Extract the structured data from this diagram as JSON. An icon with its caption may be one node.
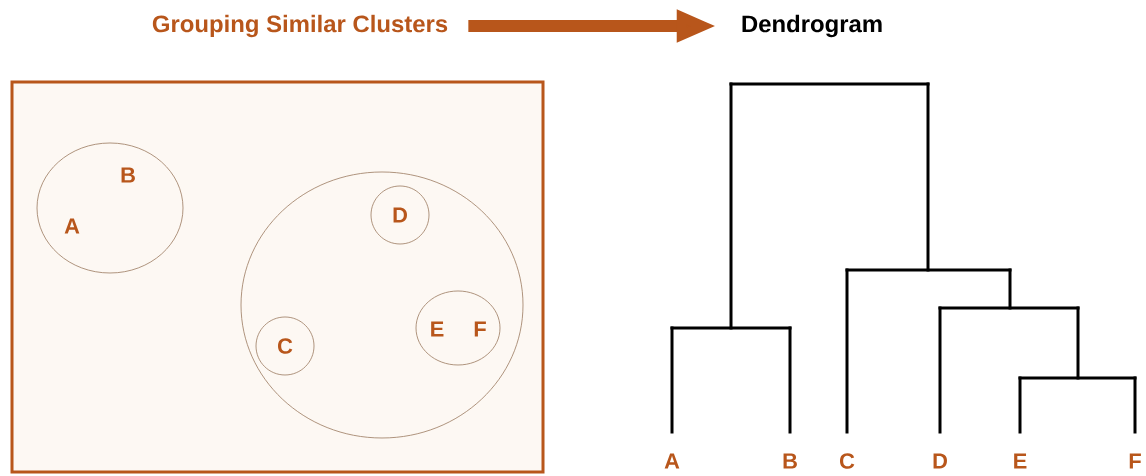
{
  "diagram": {
    "nodes": [
      {
        "text": [
          "Grouping  Similar Clusters"
        ]
      },
      {
        "text": [
          "Dendrogram"
        ]
      },
      {
        "text": [],
        "shape": "box"
      },
      {
        "text": [
          "B",
          "A"
        ],
        "in": 2
      },
      {
        "text": [],
        "shape": "circle",
        "in": 2
      },
      {
        "text": [
          "D"
        ],
        "in": 4
      },
      {
        "text": [
          "E",
          "F"
        ],
        "in": 4
      },
      {
        "text": [
          "C"
        ],
        "in": 4
      }
    ],
    "edges": [
      {
        "from": 0,
        "to": 1,
        "arrow": "to"
      }
    ],
    "labels": [
      "A",
      "B",
      "C",
      "D",
      "E",
      "F"
    ]
  }
}
